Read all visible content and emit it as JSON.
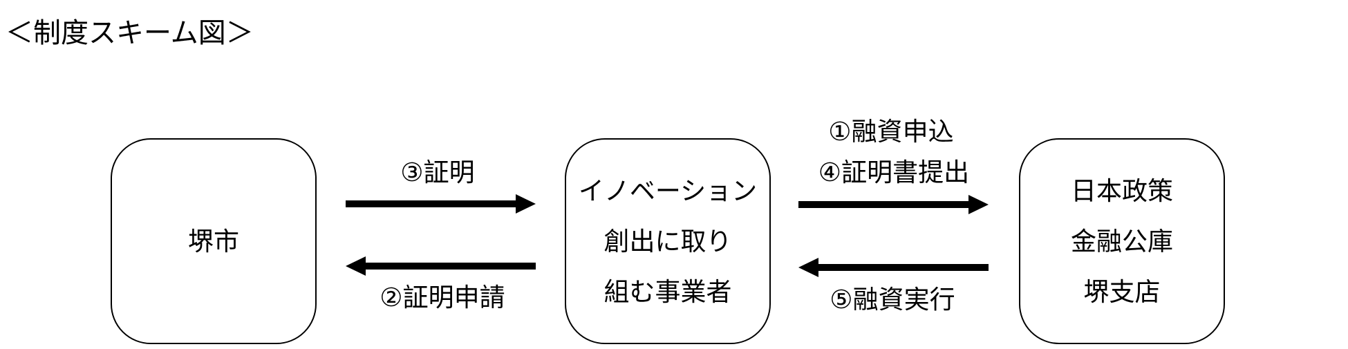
{
  "title": "＜制度スキーム図＞",
  "nodes": {
    "city": {
      "lines": [
        "堺市"
      ]
    },
    "business": {
      "lines": [
        "イノベーション",
        "創出に取り",
        "組む事業者"
      ]
    },
    "jfc": {
      "lines": [
        "日本政策",
        "金融公庫",
        "堺支店"
      ]
    }
  },
  "flows": {
    "certify": "③証明",
    "apply_certificate": "②証明申請",
    "loan_application": "①融資申込",
    "submit_certificate": "④証明書提出",
    "loan_execution": "⑤融資実行"
  }
}
